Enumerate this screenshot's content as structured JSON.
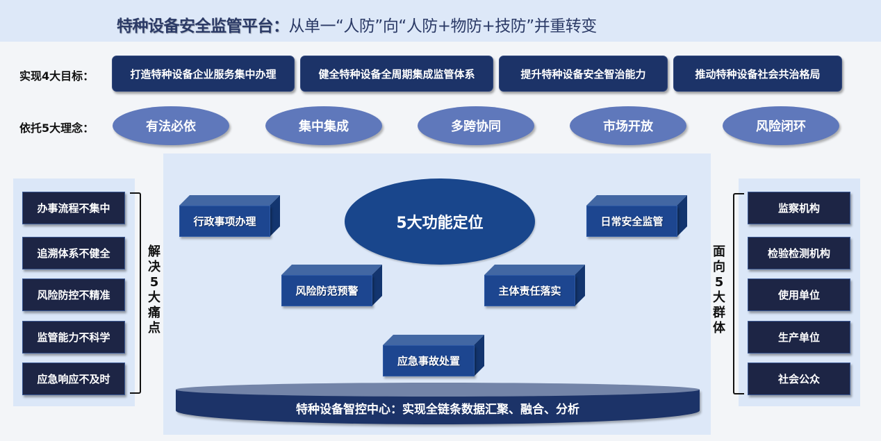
{
  "header": {
    "title_bold": "特种设备安全监管平台：",
    "title_rest": "从单一“人防”向“人防+物防+技防”并重转变"
  },
  "goals": {
    "label": "实现4大目标：",
    "items": [
      "打造特种设备企业服务集中办理",
      "健全特种设备全周期集成监管体系",
      "提升特种设备安全智治能力",
      "推动特种设备社会共治格局"
    ]
  },
  "concepts": {
    "label": "依托5大理念：",
    "items": [
      "有法必依",
      "集中集成",
      "多跨协同",
      "市场开放",
      "风险闭环"
    ]
  },
  "pain_points": {
    "label_chars": [
      "解",
      "决",
      "5",
      "大",
      "痛",
      "点"
    ],
    "items": [
      "办事流程不集中",
      "追溯体系不健全",
      "风险防控不精准",
      "监管能力不科学",
      "应急响应不及时"
    ]
  },
  "groups": {
    "label_chars": [
      "面",
      "向",
      "5",
      "大",
      "群",
      "体"
    ],
    "items": [
      "监察机构",
      "检验检测机构",
      "使用单位",
      "生产单位",
      "社会公众"
    ]
  },
  "functions": {
    "core": "5大功能定位",
    "items": [
      "行政事项办理",
      "日常安全监管",
      "风险防范预警",
      "主体责任落实",
      "应急事故处置"
    ]
  },
  "base": {
    "text": "特种设备智控中心：实现全链条数据汇聚、融合、分析"
  },
  "colors": {
    "title_bg": "#dde8f8",
    "goal_bg": "#1c3368",
    "concept_bg": "#5f78bb",
    "pain_bg": "#1d2545",
    "function_front": "#1d4690",
    "function_top": "#4267a3",
    "function_side": "#13356f",
    "core_bg": "#19468c",
    "base_top": "#7384a8"
  }
}
